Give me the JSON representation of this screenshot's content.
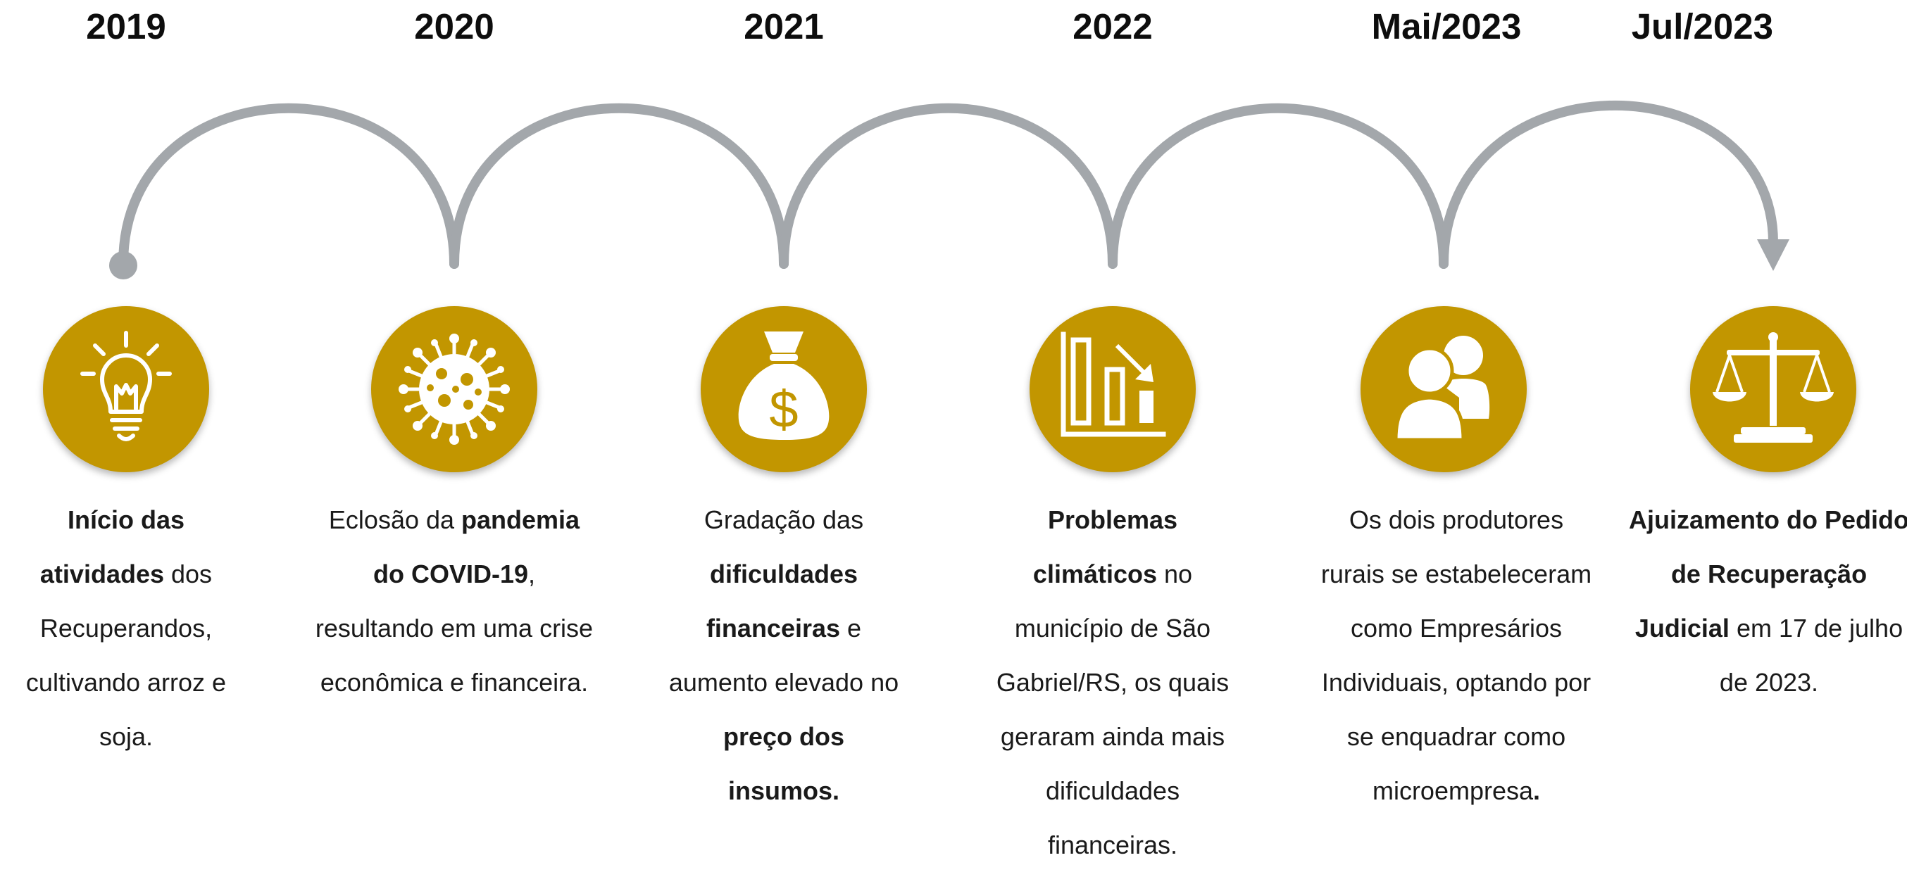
{
  "timeline": {
    "line_color": "#a3a7ab",
    "circle_color": "#c29600",
    "steps": [
      {
        "year": "2019",
        "icon": "lightbulb-icon",
        "parts": [
          {
            "t": "Início das atividades",
            "b": true
          },
          {
            "t": " dos Recuperandos, cultivando arroz e soja.",
            "b": false
          }
        ]
      },
      {
        "year": "2020",
        "icon": "virus-icon",
        "parts": [
          {
            "t": "Eclosão da ",
            "b": false
          },
          {
            "t": "pandemia do COVID-19",
            "b": true
          },
          {
            "t": ", resultando em uma crise econômica e financeira.",
            "b": false
          }
        ]
      },
      {
        "year": "2021",
        "icon": "money-bag-icon",
        "parts": [
          {
            "t": "Gradação das ",
            "b": false
          },
          {
            "t": "dificuldades financeiras",
            "b": true
          },
          {
            "t": " e aumento elevado no ",
            "b": false
          },
          {
            "t": "preço dos insumos.",
            "b": true
          }
        ]
      },
      {
        "year": "2022",
        "icon": "declining-chart-icon",
        "parts": [
          {
            "t": "Problemas climáticos",
            "b": true
          },
          {
            "t": " no município de São Gabriel/RS, os quais geraram ainda mais dificuldades financeiras.",
            "b": false
          }
        ]
      },
      {
        "year": "Mai/2023",
        "icon": "people-icon",
        "parts": [
          {
            "t": "Os dois produtores rurais se estabeleceram como Empresários Individuais, optando por se enquadrar como microempresa",
            "b": false
          },
          {
            "t": ".",
            "b": true
          }
        ]
      },
      {
        "year": "Jul/2023",
        "icon": "scales-of-justice-icon",
        "parts": [
          {
            "t": "Ajuizamento do Pedido de Recuperação Judicial",
            "b": true
          },
          {
            "t": " em 17 de julho de 2023.",
            "b": false
          }
        ]
      }
    ]
  }
}
